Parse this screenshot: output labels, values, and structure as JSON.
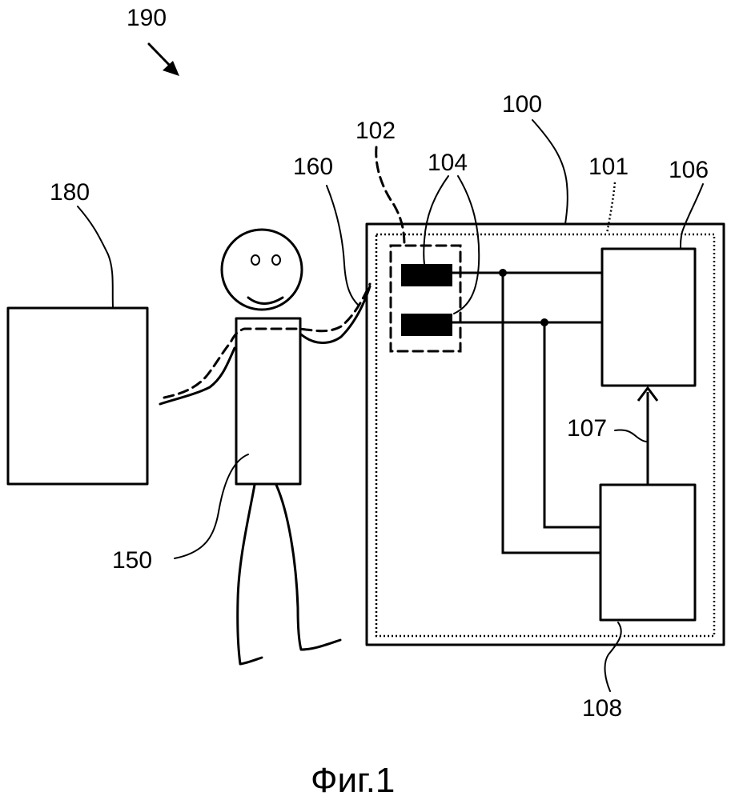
{
  "labels": {
    "system": "190",
    "device": "100",
    "region": "101",
    "sensor_area": "102",
    "electrodes": "104",
    "processor": "106",
    "signal": "107",
    "controller": "108",
    "person": "150",
    "body_path": "160",
    "external_object": "180"
  },
  "caption": "Фиг.1"
}
